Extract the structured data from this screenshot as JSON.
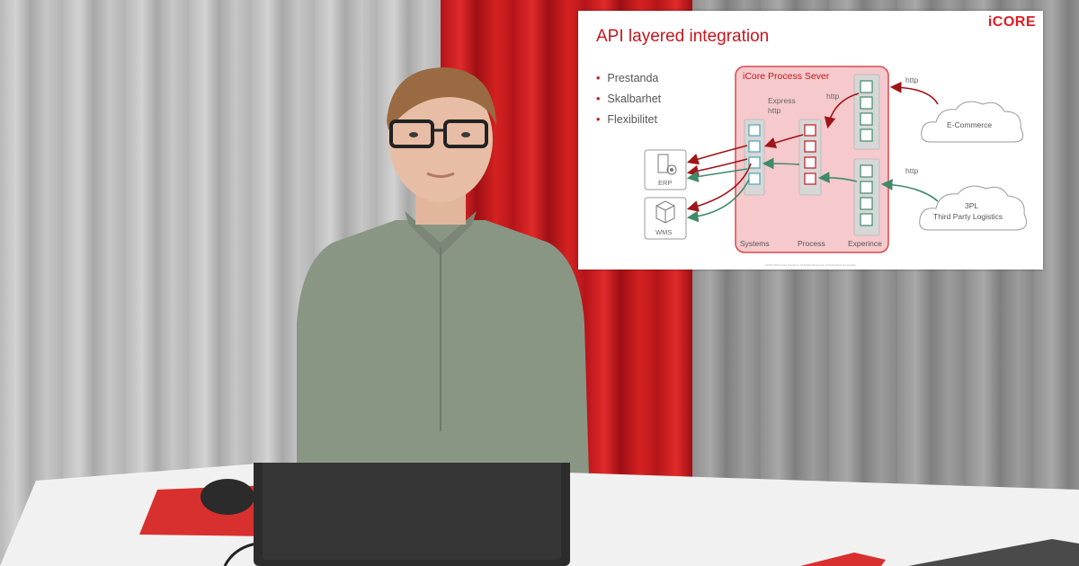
{
  "slide": {
    "logo": "iCORE",
    "title": "API layered integration",
    "bullets": [
      "Prestanda",
      "Skalbarhet",
      "Flexibilitet"
    ],
    "server_label": "iCore Process Sever",
    "express_label_1": "Express",
    "express_label_2": "http",
    "http_top": "http",
    "http_ecom": "http",
    "http_3pl": "http",
    "ecommerce": "E-Commerce",
    "tpl_line1": "3PL",
    "tpl_line2": "Third Party Logistics",
    "erp": "ERP",
    "wms": "WMS",
    "layer_systems": "Systems",
    "layer_process": "Process",
    "layer_experience": "Experince",
    "footer": "©2007-2021 iCore Solutions. All Rights Reserved. Confidential & Proprietary."
  },
  "colors": {
    "brand_red": "#c5161d",
    "arrow_red": "#a01418",
    "arrow_green": "#3f8a6a",
    "server_fill": "#f6c9cc",
    "layer_fill": "#d7d7d7",
    "cell_fill": "#ffffff"
  }
}
